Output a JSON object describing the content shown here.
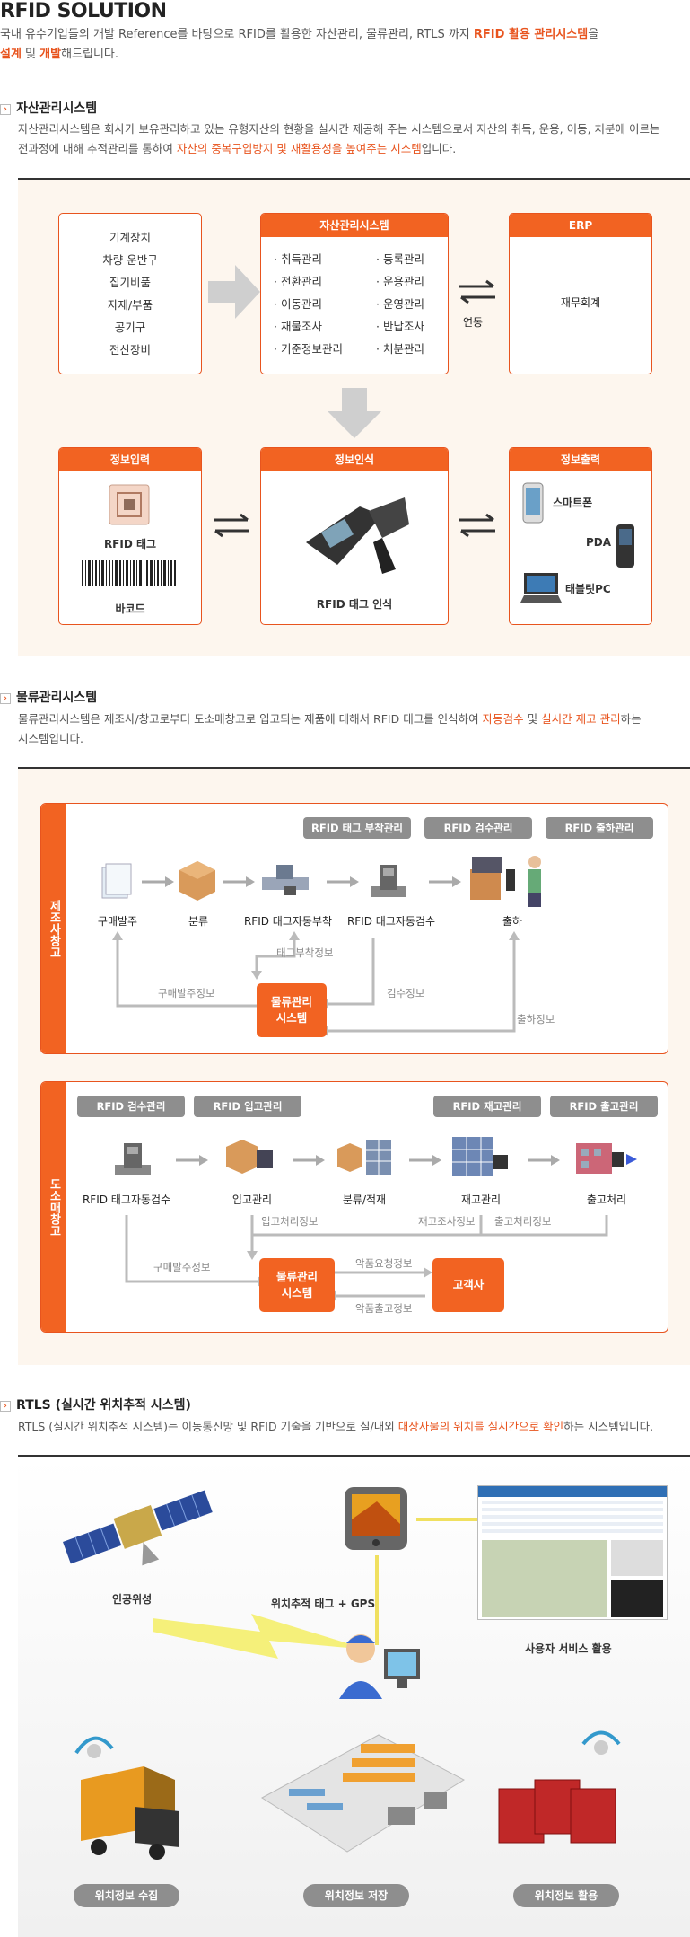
{
  "page": {
    "title": "RFID SOLUTION",
    "intro_1": "국내 유수기업들의 개발 Reference를 바탕으로 RFID를 활용한 자산관리, 물류관리, RTLS 까지 ",
    "intro_hl1": "RFID 활용 관리시스템",
    "intro_2": "을",
    "intro_hl2a": "설계",
    "intro_3": " 및 ",
    "intro_hl2b": "개발",
    "intro_4": "해드립니다."
  },
  "asset": {
    "heading": "자산관리시스템",
    "desc_1": "자산관리시스템은 회사가 보유관리하고 있는 유형자산의 현황을 실시간 제공해 주는 시스템으로서 자산의 취득, 운용, 이동, 처분에 이르는",
    "desc_2": "전과정에 대해 추적관리를 통하여 ",
    "desc_hl": "자산의 중복구입방지 및 재활용성을 높여주는 시스템",
    "desc_3": "입니다.",
    "items": [
      "기계장치",
      "차량 운반구",
      "집기비품",
      "자재/부품",
      "공기구",
      "전산장비"
    ],
    "system_title": "자산관리시스템",
    "system_left": [
      "· 취득관리",
      "· 전환관리",
      "· 이동관리",
      "· 재물조사",
      "· 기준정보관리"
    ],
    "system_right": [
      "· 등록관리",
      "· 운용관리",
      "· 운영관리",
      "· 반납조사",
      "· 처분관리"
    ],
    "link_label": "연동",
    "erp_title": "ERP",
    "erp_body": "재무회계",
    "input_title": "정보입력",
    "input_rfid": "RFID 태그",
    "input_barcode": "바코드",
    "recog_title": "정보인식",
    "recog_label": "RFID 태그 인식",
    "output_title": "정보출력",
    "output_items": [
      "스마트폰",
      "PDA",
      "태블릿PC"
    ]
  },
  "logistics": {
    "heading": "물류관리시스템",
    "desc_1": "물류관리시스템은 제조사/창고로부터 도소매창고로 입고되는 제품에 대해서 RFID 태그를 인식하여 ",
    "desc_hl1": "자동검수",
    "desc_2": " 및 ",
    "desc_hl2": "실시간 재고 관리",
    "desc_3": "하는",
    "desc_4": "시스템입니다.",
    "maker": {
      "side": "제조사창고",
      "tags": [
        "RFID 태그 부착관리",
        "RFID 검수관리",
        "RFID 출하관리"
      ],
      "steps": [
        "구매발주",
        "분류",
        "RFID 태그자동부착",
        "RFID 태그자동검수",
        "출하"
      ],
      "flows": [
        "태그부착정보",
        "구매발주정보",
        "검수정보",
        "출하정보"
      ],
      "system": [
        "물류관리",
        "시스템"
      ]
    },
    "retail": {
      "side": "도소매창고",
      "tags": [
        "RFID 검수관리",
        "RFID 입고관리",
        "RFID 재고관리",
        "RFID 출고관리"
      ],
      "steps": [
        "RFID 태그자동검수",
        "입고관리",
        "분류/적재",
        "재고관리",
        "출고처리"
      ],
      "flows": [
        "입고처리정보",
        "재고조사정보",
        "출고처리정보",
        "구매발주정보",
        "악품요청정보",
        "악품출고정보"
      ],
      "system": [
        "물류관리",
        "시스템"
      ],
      "customer": "고객사"
    }
  },
  "rtls": {
    "heading": "RTLS (실시간 위치추적 시스템)",
    "desc_1": "RTLS (실시간 위치추적 시스템)는 이동통신망 및 RFID 기술을 기반으로 실/내외 ",
    "desc_hl": "대상사물의 위치를 실시간으로 확인",
    "desc_2": "하는 시스템입니다.",
    "satellite": "인공위성",
    "tag_gps": "위치추적 태그 + GPS",
    "user_service": "사용자 서비스 활용",
    "pills": [
      "위치정보 수집",
      "위치정보 저장",
      "위치정보 활용"
    ]
  },
  "colors": {
    "accent": "#f26322",
    "highlight": "#e8541e",
    "tag_gray": "#8e8e8e",
    "panel_bg": "#fdf6ee"
  }
}
